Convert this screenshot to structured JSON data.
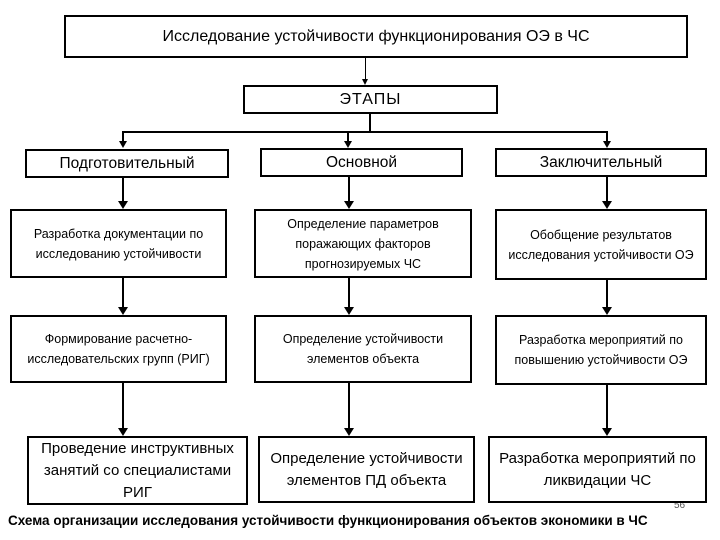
{
  "diagram": {
    "title": "Исследование устойчивости функционирования ОЭ в ЧС",
    "stages_label": "ЭТАПЫ",
    "columns": [
      {
        "header": "Подготовительный",
        "steps": [
          "Разработка документации по исследованию устойчивости",
          "Формирование расчетно-исследовательских групп (РИГ)",
          "Проведение инструктивных занятий со специалистами РИГ"
        ]
      },
      {
        "header": "Основной",
        "steps": [
          "Определение параметров поражающих факторов прогнозируемых ЧС",
          "Определение устойчивости элементов объекта",
          "Определение устойчивости элементов ПД объекта"
        ]
      },
      {
        "header": "Заключительный",
        "steps": [
          "Обобщение результатов исследования устойчивости ОЭ",
          "Разработка мероприятий по повышению устойчивости ОЭ",
          "Разработка мероприятий по ликвидации ЧС"
        ]
      }
    ],
    "caption": "Схема организации исследования устойчивости функционирования объектов экономики в ЧС",
    "page_number": "56",
    "colors": {
      "line": "#000000",
      "box_border": "#000000",
      "box_bg": "#ffffff",
      "text": "#000000",
      "page_bg": "#ffffff"
    }
  }
}
